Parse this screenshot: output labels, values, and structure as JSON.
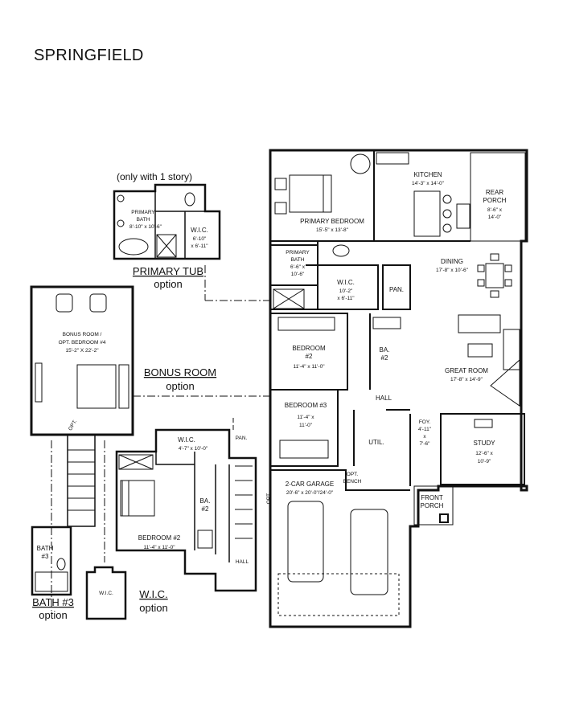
{
  "title": "SPRINGFIELD",
  "main_rooms": {
    "kitchen": {
      "name": "KITCHEN",
      "dims": "14'-3\" x 14'-0\""
    },
    "rear_porch": {
      "name1": "REAR",
      "name2": "PORCH",
      "dims1": "8'-6\" x",
      "dims2": "14'-0\""
    },
    "primary_bedroom": {
      "name": "PRIMARY BEDROOM",
      "dims": "15'-5\" x 13'-8\""
    },
    "primary_bath": {
      "name1": "PRIMARY",
      "name2": "BATH",
      "dims1": "6'-6\" x",
      "dims2": "10'-6\""
    },
    "wic": {
      "name": "W.I.C.",
      "dims1": "10'-2\"",
      "dims2": "x 6'-11\""
    },
    "pan": "PAN.",
    "dining": {
      "name": "DINING",
      "dims": "17'-8\" x 10'-6\""
    },
    "bedroom2": {
      "name1": "BEDROOM",
      "name2": "#2",
      "dims": "11'-4\" x 11'-0\""
    },
    "bath2": {
      "name1": "BA.",
      "name2": "#2"
    },
    "great_room": {
      "name": "GREAT ROOM",
      "dims": "17'-8\" x 14'-9\""
    },
    "hall": "HALL",
    "bedroom3": {
      "name": "BEDROOM #3",
      "dims1": "11'-4\" x",
      "dims2": "11'-0\""
    },
    "foy": {
      "name": "FOY.",
      "dims1": "4'-11\"",
      "dims2": "x",
      "dims3": "7'-6\""
    },
    "util": "UTIL.",
    "study": {
      "name": "STUDY",
      "dims1": "12'-6\" x",
      "dims2": "10'-9\""
    },
    "opt_bench": {
      "line1": "OPT.",
      "line2": "BENCH"
    },
    "garage": {
      "name": "2-CAR GARAGE",
      "dims": "20'-6\" x 20'-0\"/24'-0\""
    },
    "opt": "OPT.",
    "front_porch": {
      "line1": "FRONT",
      "line2": "PORCH"
    }
  },
  "primary_tub_option": {
    "note": "(only with 1 story)",
    "bath_name1": "PRIMARY",
    "bath_name2": "BATH",
    "bath_dims": "8'-10\" x 10'-6\"",
    "wic_name": "W.I.C.",
    "wic_dims1": "6'-10\"",
    "wic_dims2": "x 6'-11\"",
    "caption": "PRIMARY TUB",
    "sub": "option"
  },
  "bonus_room_option": {
    "room_line1": "BONUS ROOM /",
    "room_line2": "OPT. BEDROOM #4",
    "dims": "15'-2\" X 22'-2\"",
    "opt": "OPT.",
    "caption": "BONUS ROOM",
    "sub": "option"
  },
  "upstairs": {
    "wic_name": "W.I.C.",
    "wic_dims": "4'-7\" x 10'-0\"",
    "pan": "PAN.",
    "bath_name1": "BA.",
    "bath_name2": "#2",
    "bedroom_name": "BEDROOM #2",
    "bedroom_dims": "11'-4\" x 11'-0\"",
    "hall": "HALL"
  },
  "bath3_option": {
    "room1": "BATH",
    "room2": "#3",
    "caption": "BATH #3",
    "sub": "option"
  },
  "wic_option": {
    "room": "W.I.C.",
    "caption": "W.I.C.",
    "sub": "option"
  }
}
